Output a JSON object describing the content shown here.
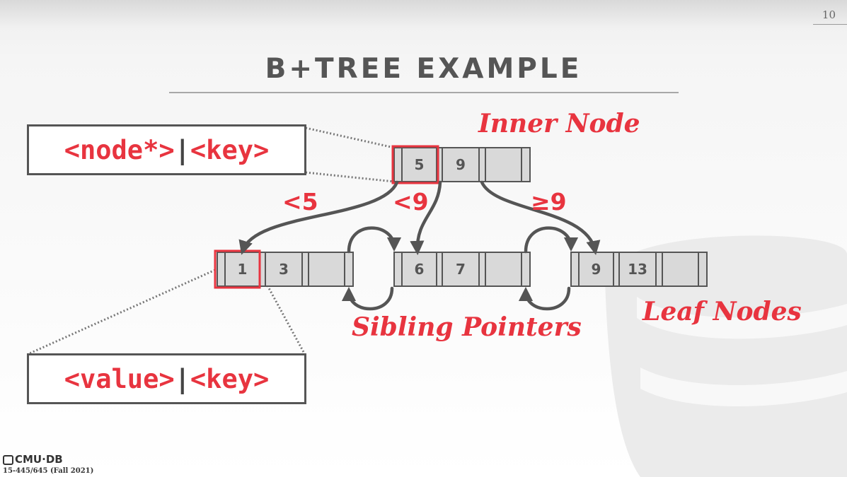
{
  "slide": {
    "page_number": "10",
    "title": "B+TREE EXAMPLE",
    "footer_logo": "CMU·DB",
    "footer_course": "15-445/645 (Fall 2021)"
  },
  "labels": {
    "inner_node": "Inner Node",
    "leaf_nodes": "Leaf Nodes",
    "sibling_pointers": "Sibling Pointers",
    "lt5": "<5",
    "lt9": "<9",
    "ge9": "≥9"
  },
  "inner_box": {
    "left": "<node*>",
    "sep": "|",
    "right": "<key>"
  },
  "leaf_box": {
    "left": "<value>",
    "sep": "|",
    "right": "<key>"
  },
  "inner_node": {
    "keys": [
      "5",
      "9",
      ""
    ]
  },
  "leaf_nodes": [
    {
      "keys": [
        "1",
        "3",
        ""
      ]
    },
    {
      "keys": [
        "6",
        "7",
        ""
      ]
    },
    {
      "keys": [
        "9",
        "13",
        ""
      ]
    }
  ],
  "colors": {
    "accent": "#e8343f",
    "node_fill": "#d9d9d9",
    "node_stroke": "#555555",
    "arrow": "#555555"
  }
}
